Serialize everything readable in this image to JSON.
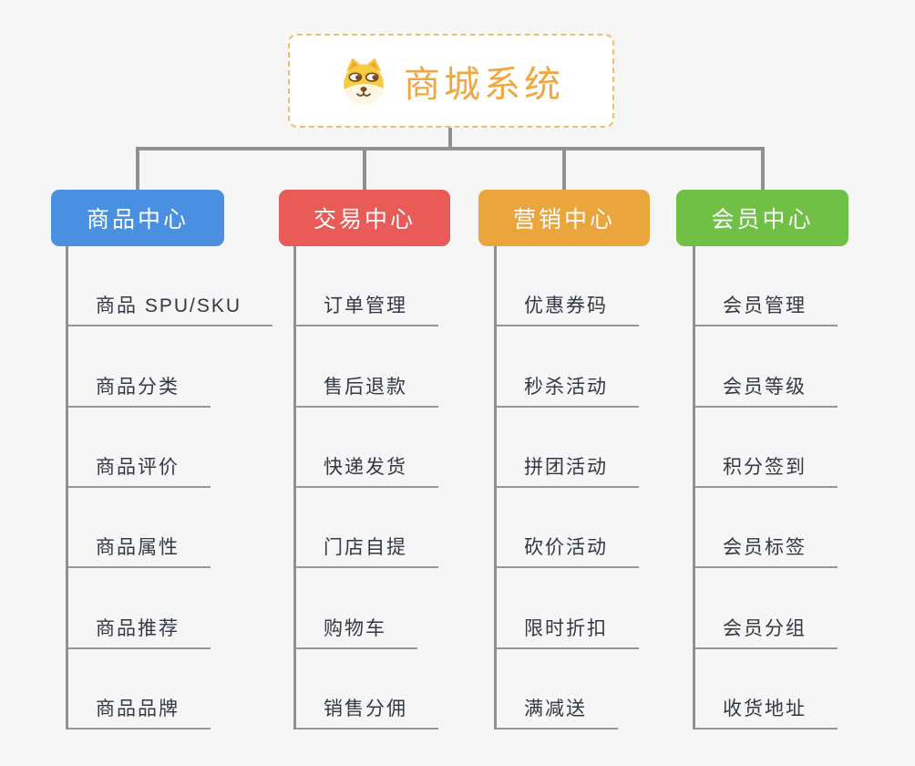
{
  "canvas": {
    "background_color": "#f6f6f7",
    "connector_color": "#8e9093",
    "underline_color": "#94969a"
  },
  "root": {
    "title": "商城系统",
    "icon": "dog-face-icon",
    "title_color": "#f2a63f",
    "border_color": "#f2bd6d"
  },
  "branches": [
    {
      "label": "商品中心",
      "color": "#4a90e2",
      "items": [
        "商品 SPU/SKU",
        "商品分类",
        "商品评价",
        "商品属性",
        "商品推荐",
        "商品品牌"
      ]
    },
    {
      "label": "交易中心",
      "color": "#e95b57",
      "items": [
        "订单管理",
        "售后退款",
        "快递发货",
        "门店自提",
        "购物车",
        "销售分佣"
      ]
    },
    {
      "label": "营销中心",
      "color": "#eba53d",
      "items": [
        "优惠券码",
        "秒杀活动",
        "拼团活动",
        "砍价活动",
        "限时折扣",
        "满减送"
      ]
    },
    {
      "label": "会员中心",
      "color": "#6fc044",
      "items": [
        "会员管理",
        "会员等级",
        "积分签到",
        "会员标签",
        "会员分组",
        "收货地址"
      ]
    }
  ]
}
